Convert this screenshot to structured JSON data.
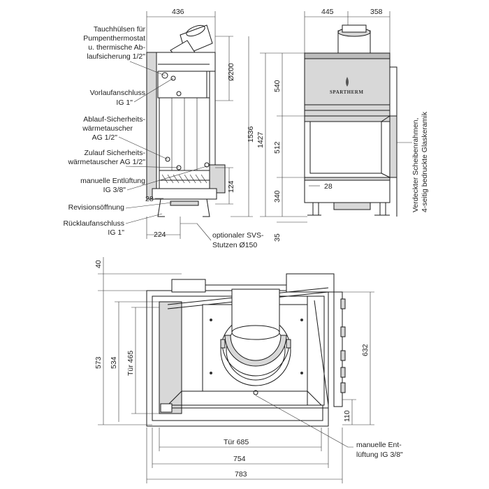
{
  "side_view": {
    "callouts": {
      "tauchhuelsen": [
        "Tauchhülsen für",
        "Pumpenthermostat",
        "u. thermische Ab-",
        "laufsicherung 1/2\""
      ],
      "vorlauf": [
        "Vorlaufanschluss",
        "IG 1\""
      ],
      "ablauf": [
        "Ablauf-Sicherheits-",
        "wärmetauscher",
        "AG 1/2\""
      ],
      "zulauf": [
        "Zulauf Sicherheits-",
        "wärmetauscher AG 1/2\""
      ],
      "entlueftung": [
        "manuelle Entlüftung",
        "IG 3/8\""
      ],
      "revision": "Revisionsöffnung",
      "ruecklauf": [
        "Rücklaufanschluss",
        "IG 1\""
      ],
      "svs": [
        "optionaler SVS-",
        "Stutzen Ø150"
      ]
    },
    "dims": {
      "top_width": "436",
      "d200": "Ø200",
      "h1536": "1536",
      "h124": "124",
      "w28": "28",
      "w224": "224"
    }
  },
  "front_view": {
    "brand": "SPARTHERM",
    "side_label": [
      "Verdeckter Scheibenrahmen,",
      "4-seitig bedruckte Glaskeramik"
    ],
    "dims": {
      "w445": "445",
      "w358": "358",
      "h540": "540",
      "h1427": "1427",
      "h512": "512",
      "h340": "340",
      "h35": "35",
      "w28": "28"
    }
  },
  "top_view": {
    "dims": {
      "d40": "40",
      "d573": "573",
      "d534": "534",
      "tuer465": "Tür 465",
      "d632": "632",
      "d110": "110",
      "tuer685": "Tür 685",
      "d754": "754",
      "d783": "783"
    },
    "callout_entlueftung": [
      "manuelle Ent-",
      "lüftung IG 3/8\""
    ]
  }
}
